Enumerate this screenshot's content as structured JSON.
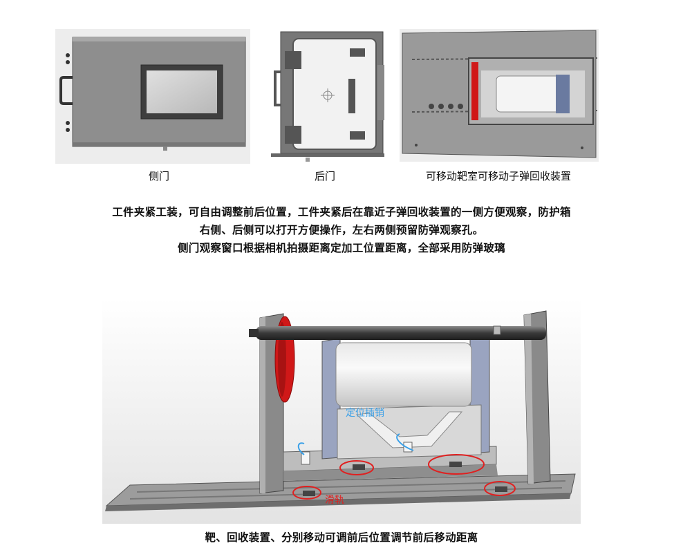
{
  "figures": {
    "side_door": {
      "caption": "侧门"
    },
    "rear_door": {
      "caption": "后门"
    },
    "target_chamber": {
      "caption": "可移动靶室可移动子弹回收装置"
    }
  },
  "description": {
    "line1": "工件夹紧工装，可自由调整前后位置，工件夹紧后在靠近子弹回收装置的一侧方便观察，防护箱",
    "line2": "右侧、后侧可以打开方便操作，左右两侧预留防弹观察孔。",
    "line3": "侧门观察窗口根据相机拍摄距离定加工位置距离，全部采用防弹玻璃"
  },
  "assembly": {
    "annotation_pin": "定位插销",
    "annotation_rail": "滑轨",
    "caption": "靶、回收装置、分别移动可调前后位置调节前后移动距离"
  },
  "colors": {
    "steel": "#9a9a9a",
    "steel_dark": "#5e5e5e",
    "panel": "#e6e6e6",
    "red_flange": "#d01818",
    "markup_red": "#e02020",
    "markup_blue": "#3aa0e8"
  }
}
